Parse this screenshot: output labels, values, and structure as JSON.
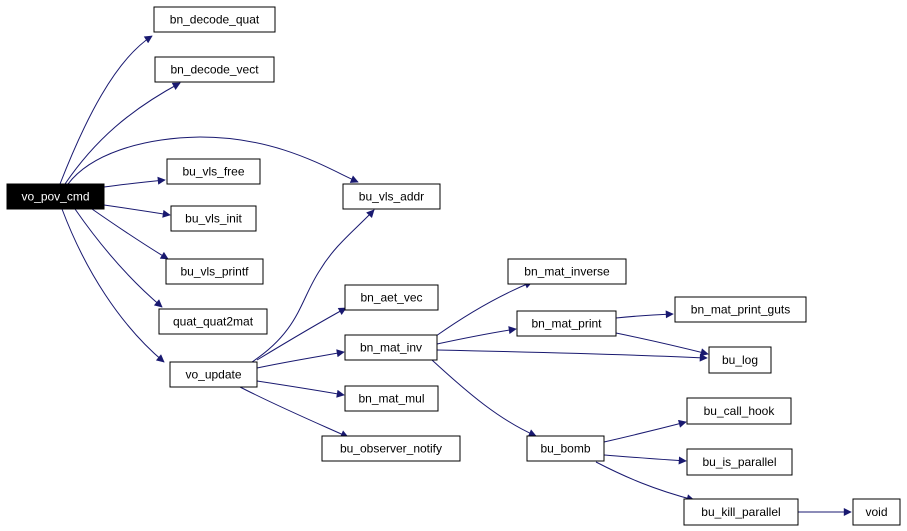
{
  "graph": {
    "edge_color": "#191970",
    "root_fill": "#000000",
    "root_text_color": "#ffffff",
    "nodes": [
      {
        "id": "vo_pov_cmd",
        "label": "vo_pov_cmd",
        "root": true
      },
      {
        "id": "bn_decode_quat",
        "label": "bn_decode_quat"
      },
      {
        "id": "bn_decode_vect",
        "label": "bn_decode_vect"
      },
      {
        "id": "bu_vls_free",
        "label": "bu_vls_free"
      },
      {
        "id": "bu_vls_init",
        "label": "bu_vls_init"
      },
      {
        "id": "bu_vls_printf",
        "label": "bu_vls_printf"
      },
      {
        "id": "quat_quat2mat",
        "label": "quat_quat2mat"
      },
      {
        "id": "vo_update",
        "label": "vo_update"
      },
      {
        "id": "bu_vls_addr",
        "label": "bu_vls_addr"
      },
      {
        "id": "bn_aet_vec",
        "label": "bn_aet_vec"
      },
      {
        "id": "bn_mat_inv",
        "label": "bn_mat_inv"
      },
      {
        "id": "bn_mat_mul",
        "label": "bn_mat_mul"
      },
      {
        "id": "bu_observer_notify",
        "label": "bu_observer_notify"
      },
      {
        "id": "bn_mat_inverse",
        "label": "bn_mat_inverse"
      },
      {
        "id": "bn_mat_print",
        "label": "bn_mat_print"
      },
      {
        "id": "bu_bomb",
        "label": "bu_bomb"
      },
      {
        "id": "bn_mat_print_guts",
        "label": "bn_mat_print_guts"
      },
      {
        "id": "bu_log",
        "label": "bu_log"
      },
      {
        "id": "bu_call_hook",
        "label": "bu_call_hook"
      },
      {
        "id": "bu_is_parallel",
        "label": "bu_is_parallel"
      },
      {
        "id": "bu_kill_parallel",
        "label": "bu_kill_parallel"
      },
      {
        "id": "void",
        "label": "void"
      }
    ],
    "edges": [
      {
        "from": "vo_pov_cmd",
        "to": "bn_decode_quat"
      },
      {
        "from": "vo_pov_cmd",
        "to": "bn_decode_vect"
      },
      {
        "from": "vo_pov_cmd",
        "to": "bu_vls_addr"
      },
      {
        "from": "vo_pov_cmd",
        "to": "bu_vls_free"
      },
      {
        "from": "vo_pov_cmd",
        "to": "bu_vls_init"
      },
      {
        "from": "vo_pov_cmd",
        "to": "bu_vls_printf"
      },
      {
        "from": "vo_pov_cmd",
        "to": "quat_quat2mat"
      },
      {
        "from": "vo_pov_cmd",
        "to": "vo_update"
      },
      {
        "from": "vo_update",
        "to": "bu_vls_addr"
      },
      {
        "from": "vo_update",
        "to": "bn_aet_vec"
      },
      {
        "from": "vo_update",
        "to": "bn_mat_inv"
      },
      {
        "from": "vo_update",
        "to": "bn_mat_mul"
      },
      {
        "from": "vo_update",
        "to": "bu_observer_notify"
      },
      {
        "from": "bn_mat_inv",
        "to": "bn_mat_inverse"
      },
      {
        "from": "bn_mat_inv",
        "to": "bn_mat_print"
      },
      {
        "from": "bn_mat_inv",
        "to": "bu_log"
      },
      {
        "from": "bn_mat_inv",
        "to": "bu_bomb"
      },
      {
        "from": "bn_mat_print",
        "to": "bn_mat_print_guts"
      },
      {
        "from": "bn_mat_print",
        "to": "bu_log"
      },
      {
        "from": "bu_bomb",
        "to": "bu_call_hook"
      },
      {
        "from": "bu_bomb",
        "to": "bu_is_parallel"
      },
      {
        "from": "bu_bomb",
        "to": "bu_kill_parallel"
      },
      {
        "from": "bu_kill_parallel",
        "to": "void"
      }
    ]
  }
}
